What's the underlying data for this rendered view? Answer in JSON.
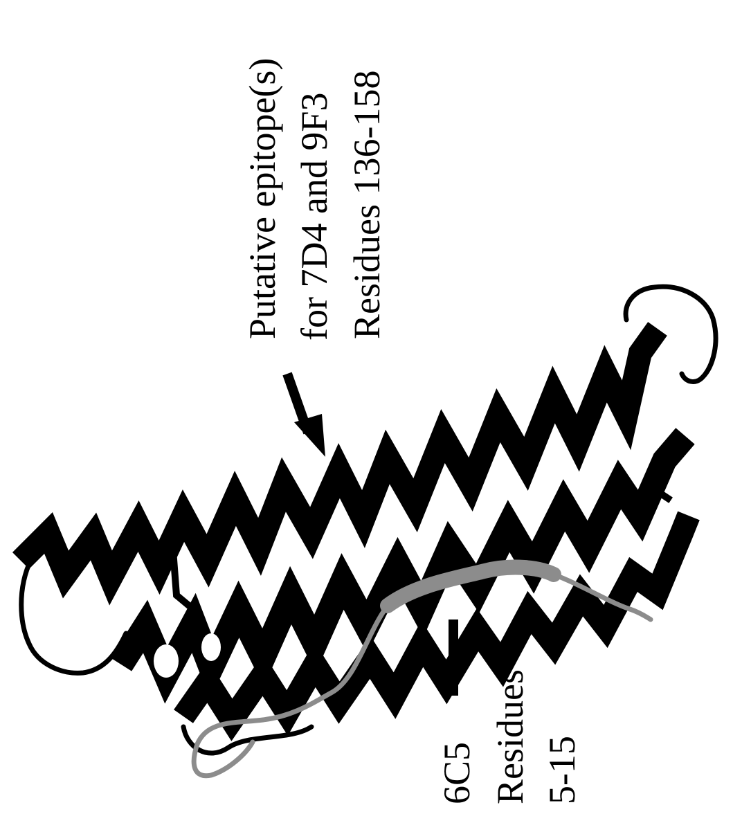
{
  "figure": {
    "labels": {
      "epitope_line1": "Putative epitope(s)",
      "epitope_line2": "for 7D4 and 9F3",
      "epitope_line3": "Residues 136-158",
      "sixc5_line1": "6C5",
      "sixc5_line2": "Residues",
      "sixc5_line3": "5-15"
    },
    "colors": {
      "helix": "#000000",
      "highlight_strand": "#8c8c8c",
      "background": "#ffffff",
      "text": "#000000"
    }
  }
}
